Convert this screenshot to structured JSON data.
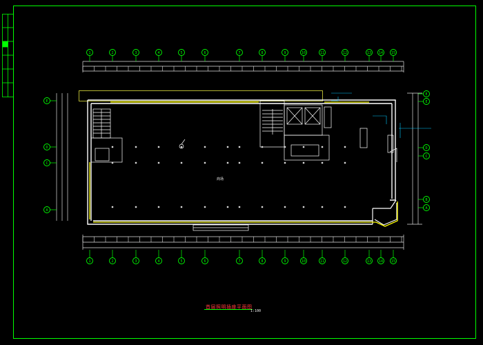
{
  "drawing": {
    "title": "首层照明插座平面图",
    "scale": "1:100",
    "room_label": "商场",
    "grid_numbers": [
      "1",
      "2",
      "3",
      "4",
      "5",
      "6",
      "7",
      "8",
      "9",
      "10",
      "11",
      "12",
      "13",
      "14",
      "15"
    ],
    "grid_letters": [
      "E",
      "D",
      "C",
      "B",
      "A"
    ],
    "colors": {
      "background": "#000000",
      "frame": "#00ff00",
      "wall": "#ffffff",
      "wiring": "#ffff00",
      "axis_bubble": "#00ff00",
      "room_outline": "#c8c832",
      "caption": "#ff3b3b",
      "dim_text": "#ffffff",
      "annotation": "#00c8ff"
    }
  }
}
